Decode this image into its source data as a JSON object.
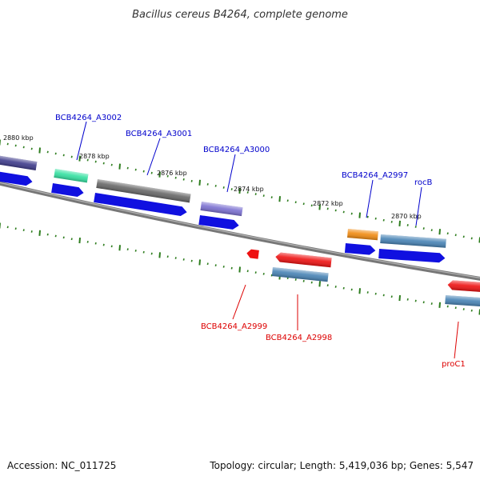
{
  "header": {
    "title": "Bacillus cereus B4264, complete genome"
  },
  "footer": {
    "accession": "Accession: NC_011725",
    "summary": "Topology: circular; Length: 5,419,036 bp; Genes: 5,547"
  },
  "colors": {
    "backbone": "#777777",
    "tick": "#2e7d1e",
    "label_forward": "#0000cc",
    "label_reverse": "#dd0000",
    "cds": "#1010e0"
  },
  "ticks": [
    "2880 kbp",
    "2878 kbp",
    "2876 kbp",
    "2874 kbp",
    "2872 kbp",
    "2870 kbp"
  ],
  "genes": [
    {
      "label": "",
      "strand": "+",
      "color": "#3d3a8a"
    },
    {
      "label": "BCB4264_A3002",
      "strand": "+",
      "color": "#33e0a0"
    },
    {
      "label": "BCB4264_A3001",
      "strand": "+",
      "color": "#666666"
    },
    {
      "label": "BCB4264_A3000",
      "strand": "+",
      "color": "#7a6fd0"
    },
    {
      "label": "BCB4264_A2997",
      "strand": "+",
      "color": "#f08a10"
    },
    {
      "label": "rocB",
      "strand": "+",
      "color": "#4682b4"
    },
    {
      "label": "BCB4264_A2999",
      "strand": "-",
      "color": "#ee1111"
    },
    {
      "label": "BCB4264_A2998",
      "strand": "-",
      "color": "#ee1111"
    },
    {
      "label": "proC1",
      "strand": "-",
      "color": "#ee1111"
    }
  ]
}
